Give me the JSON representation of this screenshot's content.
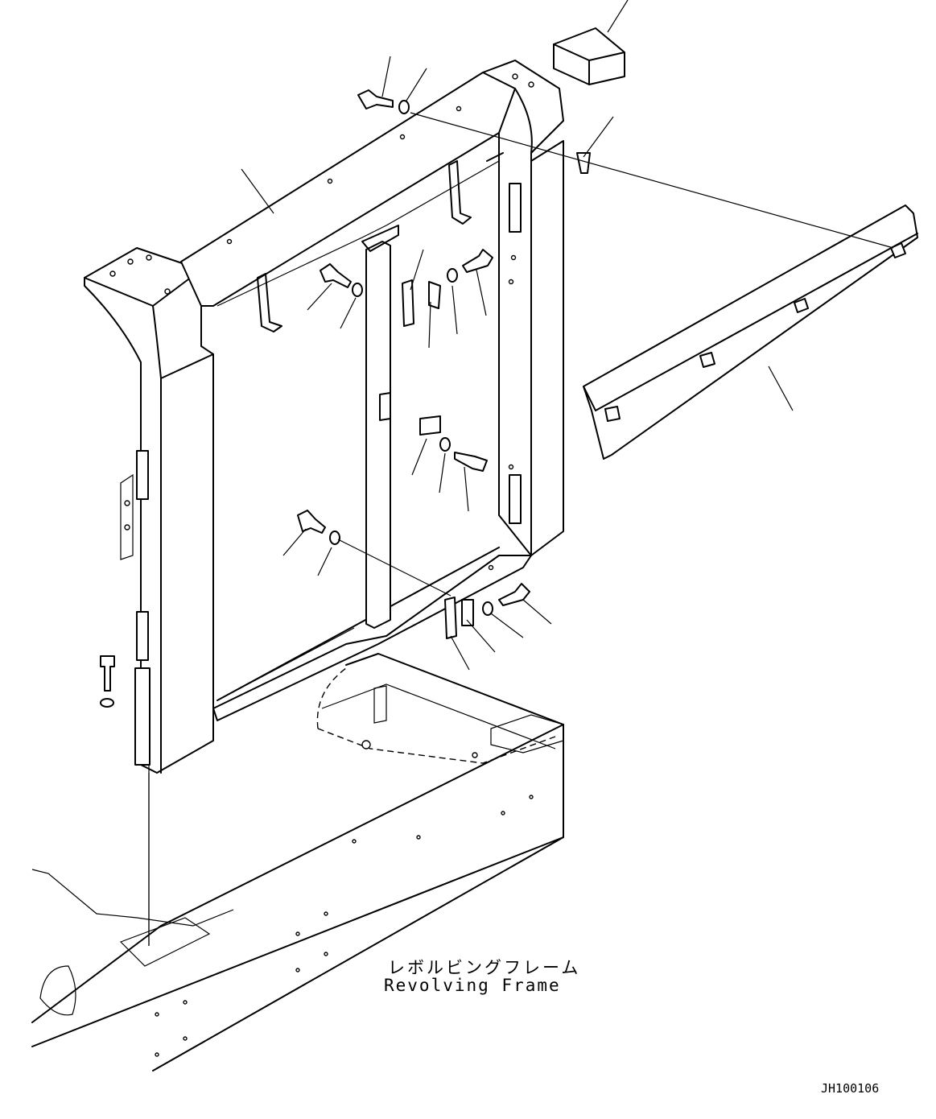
{
  "annotation": {
    "label_jp": "レボルビングフレーム",
    "label_en": "Revolving Frame"
  },
  "drawing_code": "JH100106"
}
